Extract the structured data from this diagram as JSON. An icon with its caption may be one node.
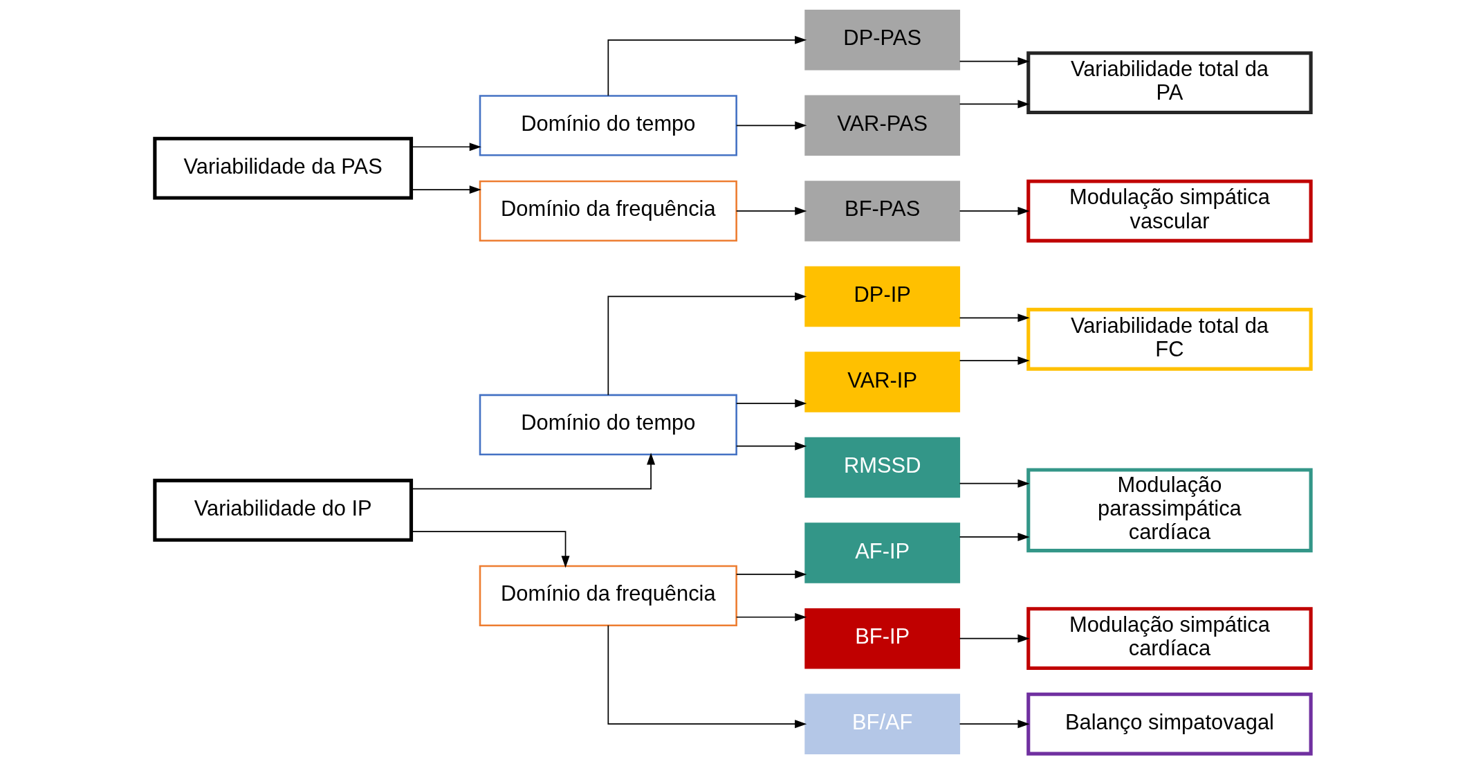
{
  "diagram": {
    "nodes": [
      {
        "text": [
          "Variabilidade do IP"
        ]
      },
      {
        "text": [
          "Domínio do tempo"
        ]
      },
      {
        "text": [
          "Domínio da frequência"
        ]
      },
      {
        "text": [
          "DP-IP"
        ]
      },
      {
        "text": [
          "VAR-IP"
        ]
      },
      {
        "text": [
          "RMSSD"
        ]
      },
      {
        "text": [
          "AF-IP"
        ]
      },
      {
        "text": [
          "BF-IP"
        ]
      },
      {
        "text": [
          "BF/AF"
        ]
      },
      {
        "text": [
          "Variabilidade total da FC"
        ]
      },
      {
        "text": [
          "Modulação parassimpática cardíaca"
        ]
      },
      {
        "text": [
          "Modulação simpática cardíaca"
        ]
      },
      {
        "text": [
          "Balanço simpatovagal"
        ]
      },
      {
        "text": [
          "Variabilidade da PAS"
        ]
      },
      {
        "text": [
          "Domínio do tempo"
        ]
      },
      {
        "text": [
          "Domínio da frequência"
        ]
      },
      {
        "text": [
          "DP-PAS"
        ]
      },
      {
        "text": [
          "VAR-PAS"
        ]
      },
      {
        "text": [
          "BF-PAS"
        ]
      },
      {
        "text": [
          "Variabilidade total da PA"
        ]
      },
      {
        "text": [
          "Modulação simpática vascular"
        ]
      }
    ],
    "edges": [
      {
        "from": 0,
        "to": 1,
        "arrow": "to"
      },
      {
        "from": 0,
        "to": 2,
        "arrow": "to"
      },
      {
        "from": 1,
        "to": 3,
        "arrow": "to"
      },
      {
        "from": 1,
        "to": 4,
        "arrow": "to"
      },
      {
        "from": 1,
        "to": 5,
        "arrow": "to"
      },
      {
        "from": 2,
        "to": 6,
        "arrow": "to"
      },
      {
        "from": 2,
        "to": 7,
        "arrow": "to"
      },
      {
        "from": 2,
        "to": 8,
        "arrow": "to"
      },
      {
        "from": 3,
        "to": 9,
        "arrow": "to"
      },
      {
        "from": 4,
        "to": 9,
        "arrow": "to"
      },
      {
        "from": 5,
        "to": 10,
        "arrow": "to"
      },
      {
        "from": 6,
        "to": 10,
        "arrow": "to"
      },
      {
        "from": 7,
        "to": 11,
        "arrow": "to"
      },
      {
        "from": 8,
        "to": 12,
        "arrow": "to"
      },
      {
        "from": 13,
        "to": 14,
        "arrow": "to"
      },
      {
        "from": 13,
        "to": 15,
        "arrow": "to"
      },
      {
        "from": 14,
        "to": 16,
        "arrow": "to"
      },
      {
        "from": 14,
        "to": 17,
        "arrow": "to"
      },
      {
        "from": 15,
        "to": 18,
        "arrow": "to"
      },
      {
        "from": 16,
        "to": 19,
        "arrow": "to"
      },
      {
        "from": 17,
        "to": 19,
        "arrow": "to"
      },
      {
        "from": 18,
        "to": 20,
        "arrow": "to"
      }
    ]
  }
}
